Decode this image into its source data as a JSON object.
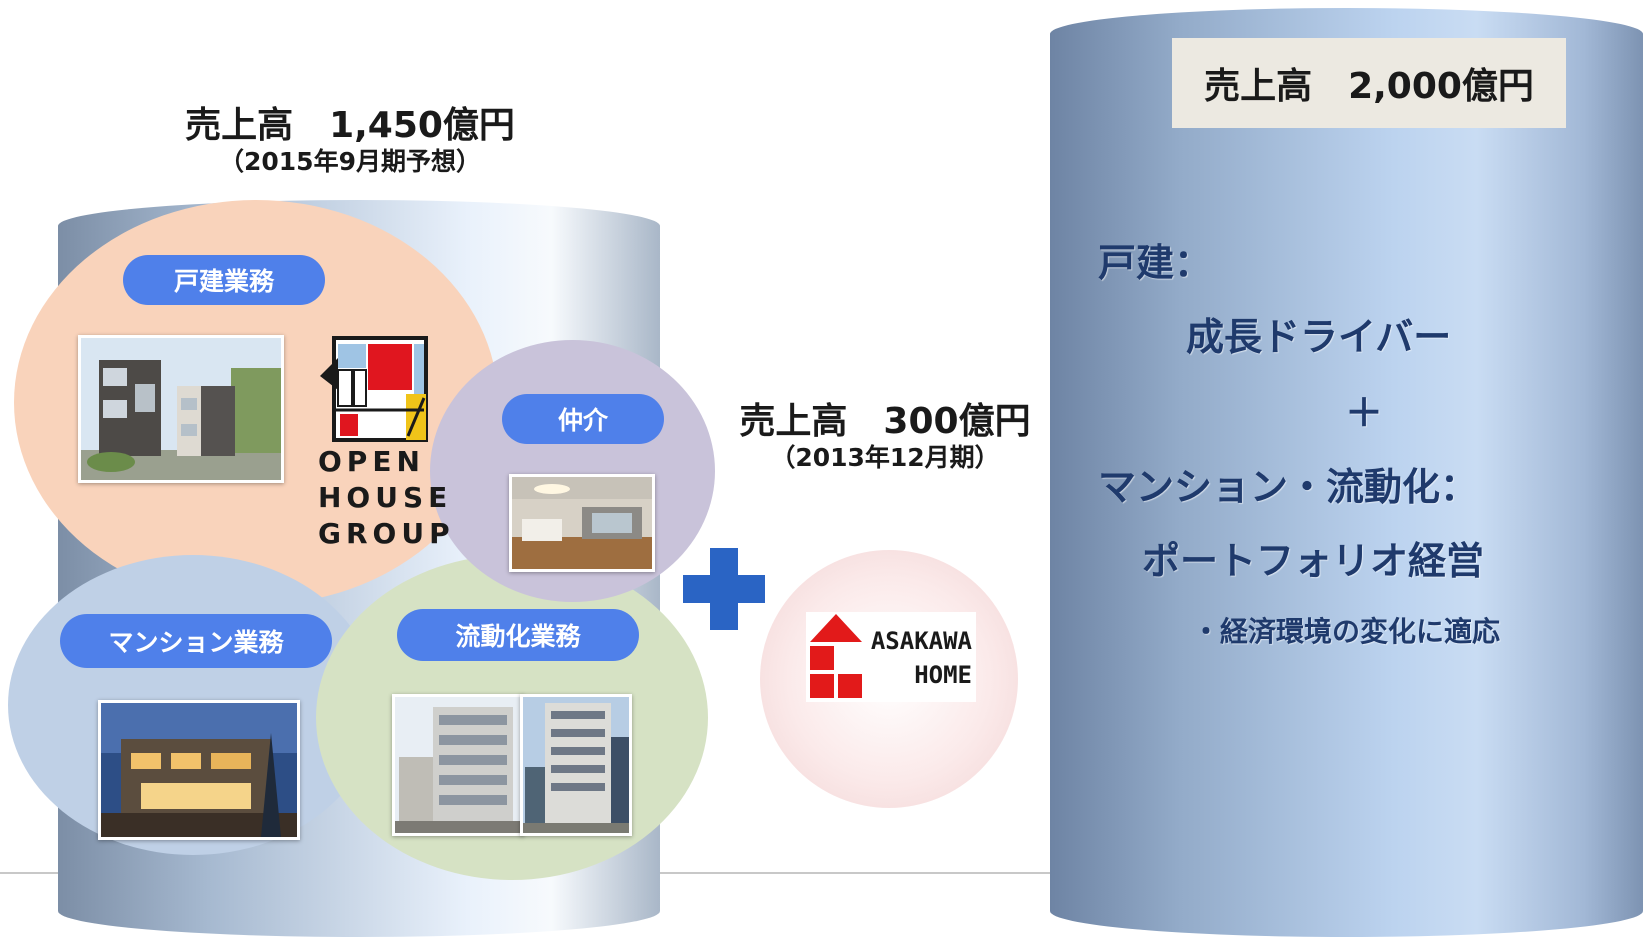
{
  "left_group": {
    "sales_label": "売上高　1,450億円",
    "sales_note": "（2015年9月期予想）",
    "segments": {
      "house": "戸建業務",
      "brokerage": "仲介",
      "condo": "マンション業務",
      "liquidation": "流動化業務"
    },
    "logo": [
      "OPEN",
      "HOUSE",
      "GROUP"
    ]
  },
  "middle_group": {
    "sales_label": "売上高　300億円",
    "sales_note": "（2013年12月期）",
    "logo": [
      "ASAKAWA",
      "HOME"
    ]
  },
  "plus_icon": "plus-icon",
  "right_group": {
    "sales_label": "売上高　2,000億円",
    "line1": "戸建：",
    "line2": "成長ドライバー",
    "line3": "＋",
    "line4": "マンション・流動化：",
    "line5": "ポートフォリオ経営",
    "line6": "・経済環境の変化に適応"
  },
  "colors": {
    "pill": "#4f80ea",
    "plus": "#2a64c4",
    "right_text": "#1f3a6c",
    "asakawa_red": "#e21a1a",
    "openhouse_red": "#e0161f"
  }
}
